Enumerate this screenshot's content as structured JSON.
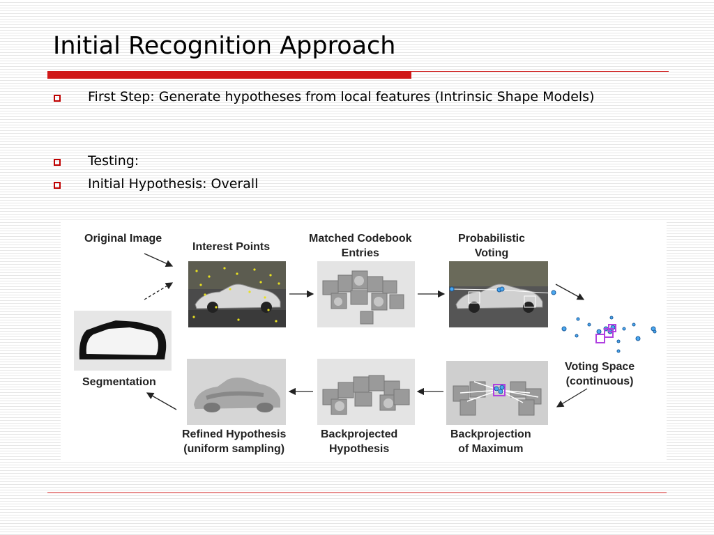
{
  "slide": {
    "title": "Initial Recognition Approach",
    "bullets": [
      "First Step: Generate hypotheses from local features (Intrinsic Shape Models)",
      "Testing:",
      "Initial Hypothesis: Overall"
    ]
  },
  "figure": {
    "labels": {
      "original_image": "Original Image",
      "interest_points": "Interest Points",
      "matched_codebook_1": "Matched Codebook",
      "matched_codebook_2": "Entries",
      "probabilistic_1": "Probabilistic",
      "probabilistic_2": "Voting",
      "voting_space_1": "Voting Space",
      "voting_space_2": "(continuous)",
      "segmentation": "Segmentation",
      "refined_1": "Refined Hypothesis",
      "refined_2": "(uniform sampling)",
      "backprojected_1": "Backprojected",
      "backprojected_2": "Hypothesis",
      "backprojection_1": "Backprojection",
      "backprojection_2": "of Maximum"
    },
    "colors": {
      "accent_red": "#d01818",
      "bullet_red": "#c00000",
      "vote_blue": "#2a8ee0",
      "vote_magenta": "#b040e0"
    }
  }
}
